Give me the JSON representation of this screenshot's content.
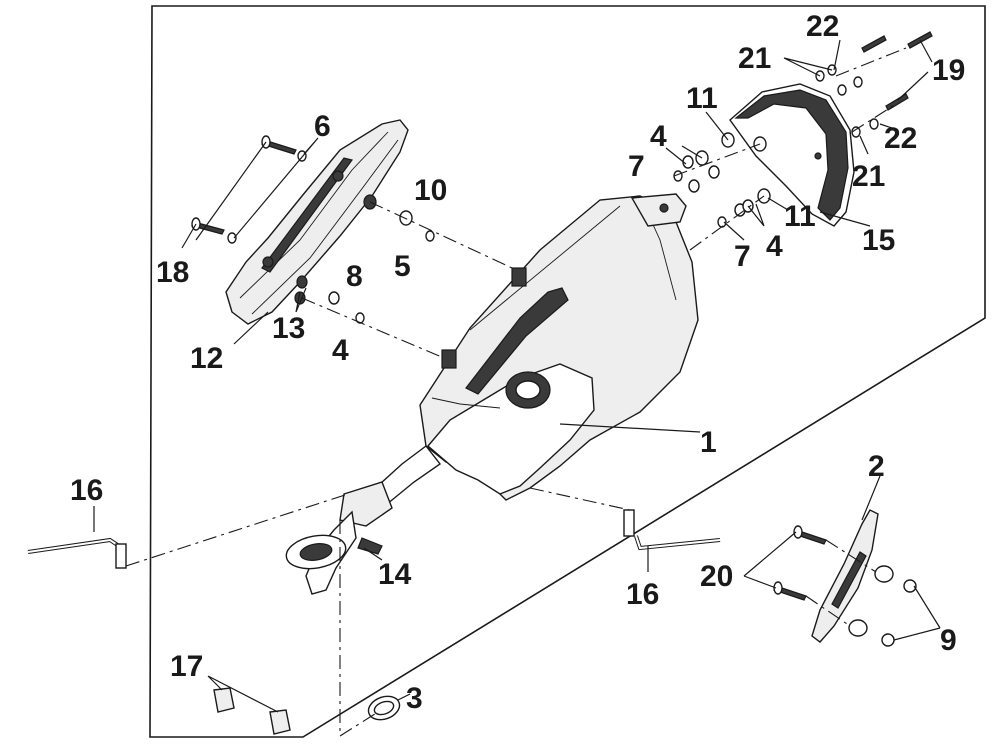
{
  "diagram": {
    "colors": {
      "ink": "#1a1a1a",
      "paper": "#ffffff",
      "shade": "#eeeeee"
    },
    "callouts": {
      "c1": "1",
      "c2": "2",
      "c3": "3",
      "c4a": "4",
      "c4b": "4",
      "c4c": "4",
      "c5": "5",
      "c6": "6",
      "c7a": "7",
      "c7b": "7",
      "c8": "8",
      "c9": "9",
      "c10": "10",
      "c11a": "11",
      "c11b": "11",
      "c12": "12",
      "c13": "13",
      "c14": "14",
      "c15": "15",
      "c16a": "16",
      "c16b": "16",
      "c17": "17",
      "c18": "18",
      "c19": "19",
      "c20": "20",
      "c21a": "21",
      "c21b": "21",
      "c22a": "22",
      "c22b": "22"
    }
  }
}
